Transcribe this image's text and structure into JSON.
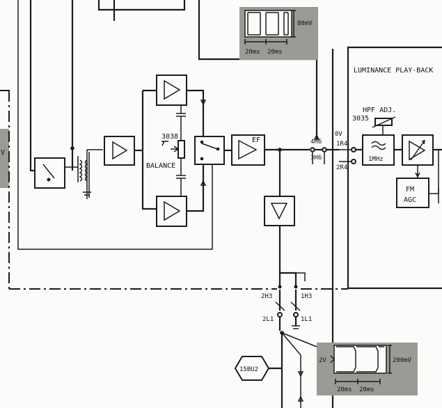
{
  "labels": {
    "bal_number": "3038",
    "balance": "BALANCE",
    "ef": "EF",
    "p_4h6": "4H6",
    "p_3h6": "3H6",
    "ov": "0V",
    "p_1r4": "1R4",
    "p_2r4": "2R4",
    "hpf_adj": "HPF ADJ.",
    "hpf_number": "3035",
    "filter_freq": "1MHz",
    "fm": "FM",
    "agc": "AGC",
    "luminance": "LUMINANCE  PLAY-BACK",
    "p_2h3": "2H3",
    "p_1h3": "1H3",
    "p_2l1": "2L1",
    "p_1l1": "1L1",
    "bu2": "15BU2",
    "left_v": "V"
  },
  "waveform_top": {
    "amplitude": "80mV",
    "period_1": "20ms",
    "period_2": "20ms"
  },
  "waveform_bottom": {
    "amplitude": "200mV",
    "level": "2V",
    "period_1": "20ms",
    "period_2": "20ms"
  }
}
